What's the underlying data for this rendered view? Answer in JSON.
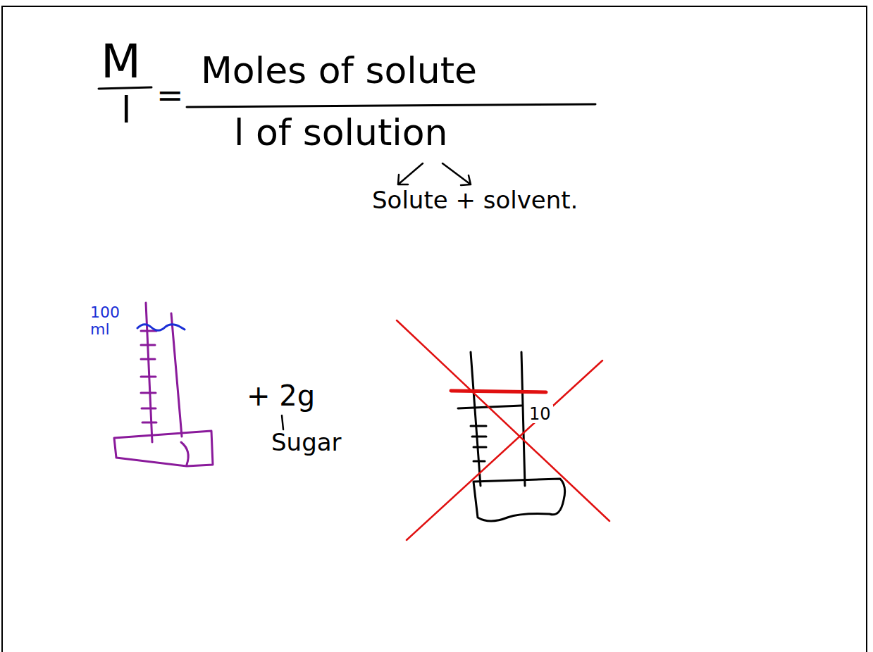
{
  "diagram": {
    "labels": [
      "M",
      "l",
      "=",
      "Moles of solute",
      "l of solution",
      "Solute + solvent.",
      "100 ml",
      "+ 2g",
      "Sugar",
      "10"
    ]
  }
}
